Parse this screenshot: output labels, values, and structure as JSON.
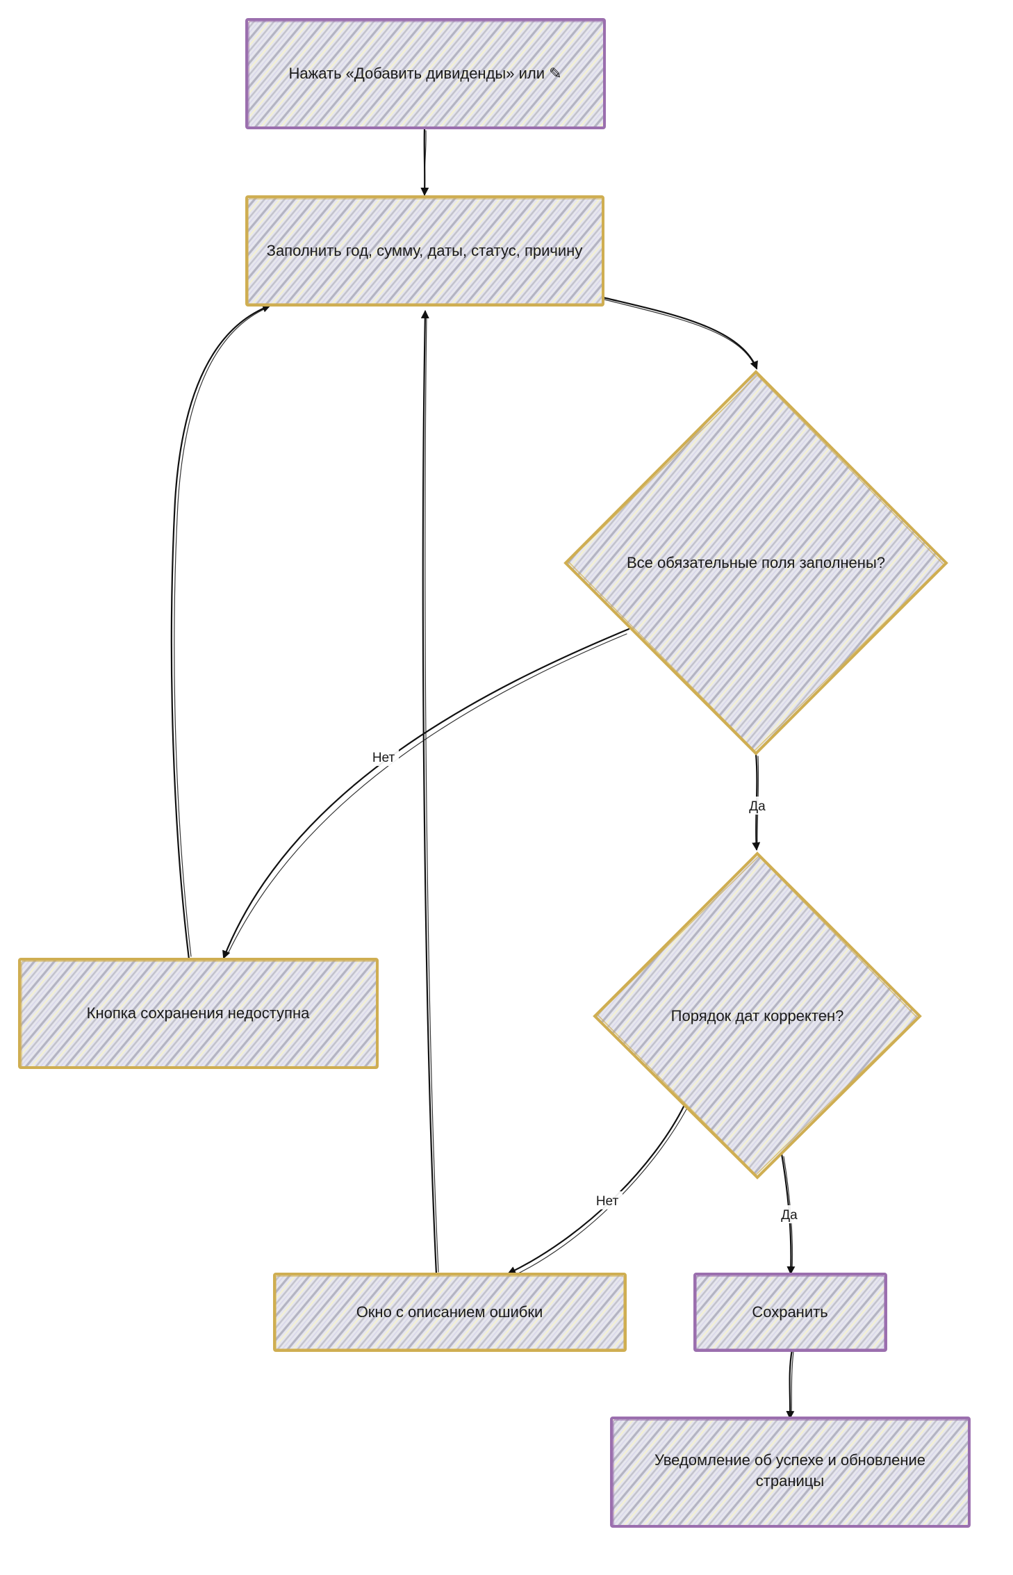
{
  "diagram": {
    "nodes": {
      "start": {
        "label": "Нажать «Добавить дивиденды» или ✎",
        "border": "#9b6fae"
      },
      "fill": {
        "label": "Заполнить год, сумму, даты, статус, причину",
        "border": "#cfae52"
      },
      "check_required": {
        "label": "Все обязательные поля заполнены?",
        "border": "#cfae52"
      },
      "save_disabled": {
        "label": "Кнопка сохранения недоступна",
        "border": "#cfae52"
      },
      "check_dates": {
        "label": "Порядок дат корректен?",
        "border": "#cfae52"
      },
      "error_window": {
        "label": "Окно с описанием ошибки",
        "border": "#cfae52"
      },
      "save": {
        "label": "Сохранить",
        "border": "#9b6fae"
      },
      "notify": {
        "label_line1": "Уведомление об успехе и обновление",
        "label_line2": "страницы",
        "border": "#9b6fae"
      }
    },
    "edge_labels": {
      "required_no": "Нет",
      "required_yes": "Да",
      "dates_no": "Нет",
      "dates_yes": "Да"
    },
    "colors": {
      "fill": "#e4e4ec",
      "hatch": "#b8b8c4",
      "hatch_light": "#f3f0cf",
      "arrow": "#111111"
    }
  }
}
